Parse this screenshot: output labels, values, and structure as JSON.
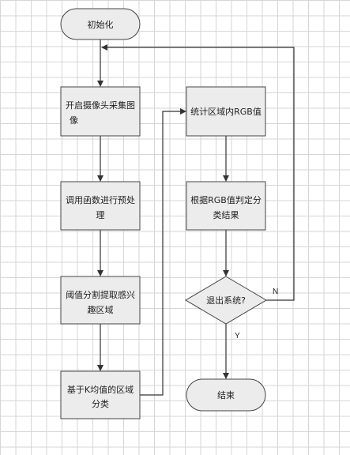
{
  "flowchart": {
    "start": "初始化",
    "step1": [
      "开启摄像头采集图",
      "像"
    ],
    "step2": [
      "调用函数进行预处",
      "理"
    ],
    "step3": [
      "阈值分割提取感兴",
      "趣区域"
    ],
    "step4": [
      "基于K均值的区域",
      "分类"
    ],
    "step5": "统计区域内RGB值",
    "step6": [
      "根据RGB值判定分",
      "类结果"
    ],
    "decision": "退出系统?",
    "yes_label": "Y",
    "no_label": "N",
    "end": "结束"
  },
  "colors": {
    "box_fill": "#ececec",
    "stroke": "#444444",
    "arrow": "#333333",
    "grid": "#d6d6d6"
  }
}
